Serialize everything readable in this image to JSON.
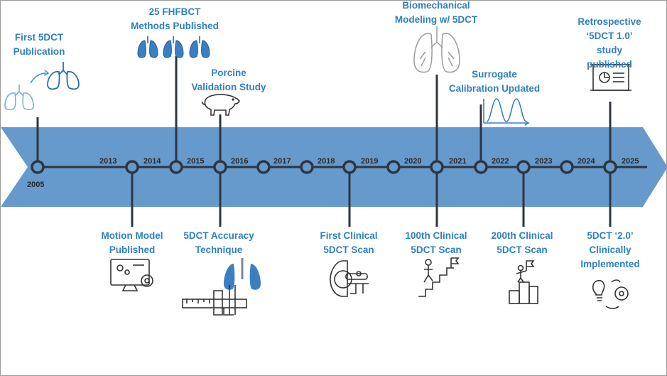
{
  "timeline": {
    "start_year": "2005",
    "years": [
      "2013",
      "2014",
      "2015",
      "2016",
      "2017",
      "2018",
      "2019",
      "2020",
      "2021",
      "2022",
      "2023",
      "2024",
      "2025"
    ]
  },
  "milestones_above": [
    {
      "label": "First 5DCT\nPublication",
      "icon": "lungs-icon"
    },
    {
      "label": "25 FHFBCT\nMethods Published",
      "icon": "lungs-icon"
    },
    {
      "label": "Porcine\nValidation Study",
      "icon": "pig-icon"
    },
    {
      "label": "Biomechanical\nModeling w/ 5DCT",
      "icon": "lungs-icon"
    },
    {
      "label": "Surrogate\nCalibration Updated",
      "icon": "waveform-icon"
    },
    {
      "label": "Retrospective\n‘5DCT 1.0’\nstudy published",
      "icon": "presentation-board-icon"
    }
  ],
  "milestones_below": [
    {
      "label": "Motion Model\nPublished",
      "icon": "computer-gears-icon"
    },
    {
      "label": "5DCT Accuracy\nTechnique",
      "icon": "caliper-lungs-icon"
    },
    {
      "label": "First Clinical\n5DCT Scan",
      "icon": "ct-scanner-icon"
    },
    {
      "label": "100th Clinical\n5DCT Scan",
      "icon": "climbing-stairs-icon"
    },
    {
      "label": "200th Clinical\n5DCT Scan",
      "icon": "podium-flag-icon"
    },
    {
      "label": "5DCT ‘2.0’\nClinically\nImplemented",
      "icon": "idea-gears-icon"
    }
  ],
  "colors": {
    "band": "#6699cc",
    "accent": "#2f7fc1",
    "line": "#2e3540"
  }
}
